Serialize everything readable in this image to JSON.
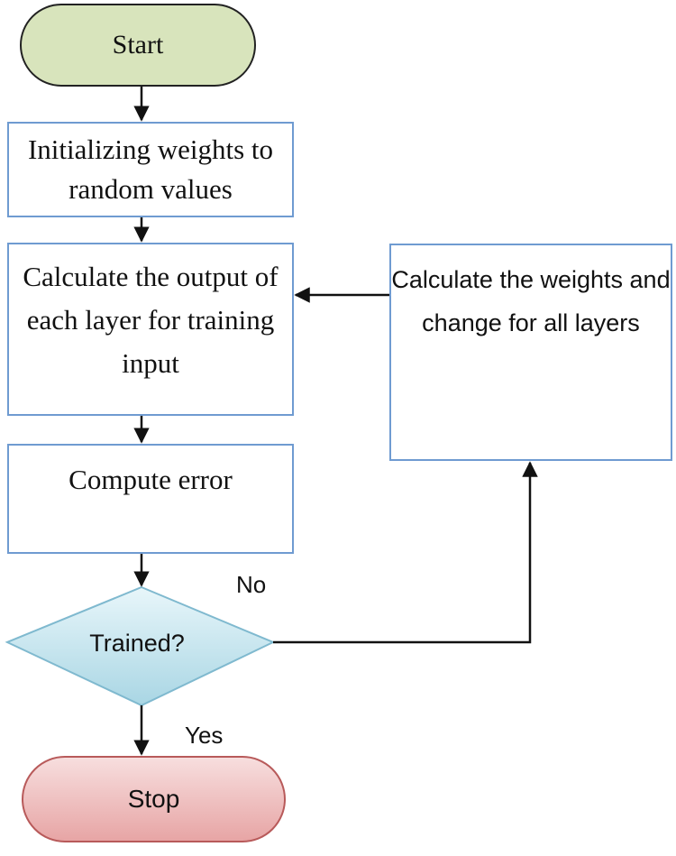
{
  "nodes": {
    "start": "Start",
    "init": "Initializing weights to random values",
    "calc_output": "Calculate the output of each layer for training input",
    "compute_error": "Compute error",
    "decision": "Trained?",
    "calc_weights": "Calculate the weights and change for all layers",
    "stop": "Stop"
  },
  "edges": {
    "no": "No",
    "yes": "Yes"
  },
  "colors": {
    "start_fill": "#d8e4bc",
    "box_border": "#6f9bd1",
    "decision_fill": "#c6e6ef",
    "stop_fill": "#efc0c0",
    "line": "#111111"
  }
}
